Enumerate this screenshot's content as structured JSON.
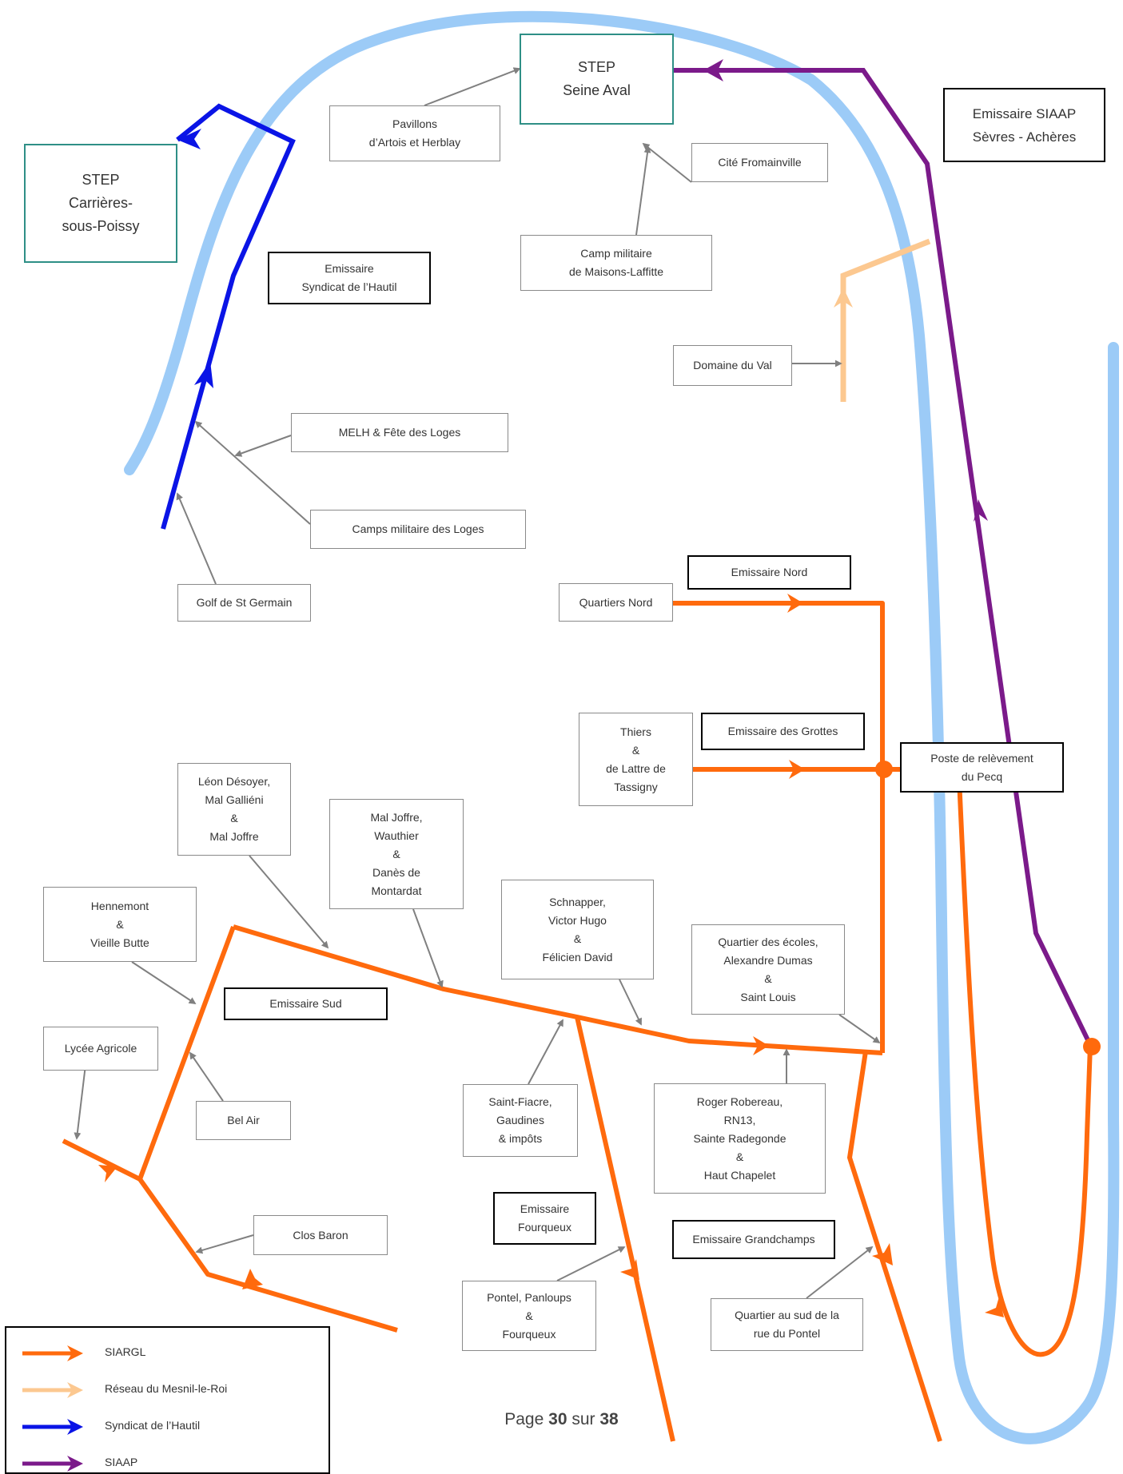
{
  "colors": {
    "siargl": "#ff6a0d",
    "mesnil": "#fcc890",
    "hautil": "#0a14e6",
    "siaap": "#7b1a8a",
    "river": "#9ccbf7",
    "connector": "#808080",
    "step_border": "#2e8f86"
  },
  "boxes": {
    "step_seine_aval": [
      "STEP",
      "Seine Aval"
    ],
    "step_carrieres": [
      "STEP",
      "Carrières-",
      "sous-Poissy"
    ],
    "emissaire_siaap": [
      "Emissaire SIAAP",
      "Sèvres - Achères"
    ],
    "pavillons": [
      "Pavillons",
      "d’Artois et Herblay"
    ],
    "cite_fromainville": [
      "Cité Fromainville"
    ],
    "camp_maisons": [
      "Camp militaire",
      "de Maisons-Laffitte"
    ],
    "emissaire_hautil": [
      "Emissaire",
      "Syndicat de l’Hautil"
    ],
    "domaine_val": [
      "Domaine du Val"
    ],
    "melh": [
      "MELH & Fête des Loges"
    ],
    "camps_loges": [
      "Camps militaire des Loges"
    ],
    "golf": [
      "Golf de St Germain"
    ],
    "emissaire_nord": [
      "Emissaire Nord"
    ],
    "quartiers_nord": [
      "Quartiers Nord"
    ],
    "thiers": [
      "Thiers",
      "&",
      "de Lattre de",
      "Tassigny"
    ],
    "emissaire_grottes": [
      "Emissaire des Grottes"
    ],
    "poste_pecq": [
      "Poste de relèvement",
      "du Pecq"
    ],
    "leon": [
      "Léon Désoyer,",
      "Mal Galliéni",
      "&",
      "Mal Joffre"
    ],
    "mal_joffre": [
      "Mal Joffre,",
      "Wauthier",
      "&",
      "Danès de",
      "Montardat"
    ],
    "schnapper": [
      "Schnapper,",
      "Victor Hugo",
      "&",
      "Félicien David"
    ],
    "ecoles": [
      "Quartier des écoles,",
      "Alexandre Dumas",
      "&",
      "Saint Louis"
    ],
    "hennemont": [
      "Hennemont",
      "&",
      "Vieille Butte"
    ],
    "emissaire_sud": [
      "Emissaire Sud"
    ],
    "lycee": [
      "Lycée Agricole"
    ],
    "bel_air": [
      "Bel Air"
    ],
    "saint_fiacre": [
      "Saint-Fiacre,",
      "Gaudines",
      "& impôts"
    ],
    "robereau": [
      "Roger Robereau,",
      "RN13,",
      "Sainte Radegonde",
      "&",
      "Haut Chapelet"
    ],
    "emissaire_fourqueux": [
      "Emissaire",
      "Fourqueux"
    ],
    "emissaire_grandchamps": [
      "Emissaire Grandchamps"
    ],
    "clos_baron": [
      "Clos Baron"
    ],
    "pontel": [
      "Pontel, Panloups",
      "&",
      "Fourqueux"
    ],
    "sud_pontel": [
      "Quartier au sud de la",
      "rue du Pontel"
    ]
  },
  "legend": {
    "items": [
      {
        "label": "SIARGL",
        "color": "#ff6a0d"
      },
      {
        "label": "Réseau du Mesnil-le-Roi",
        "color": "#fcc890"
      },
      {
        "label": "Syndicat de l’Hautil",
        "color": "#0a14e6"
      },
      {
        "label": "SIAAP",
        "color": "#7b1a8a"
      }
    ]
  },
  "footer": {
    "prefix": "Page",
    "page": "30",
    "middle": "sur",
    "total": "38"
  }
}
